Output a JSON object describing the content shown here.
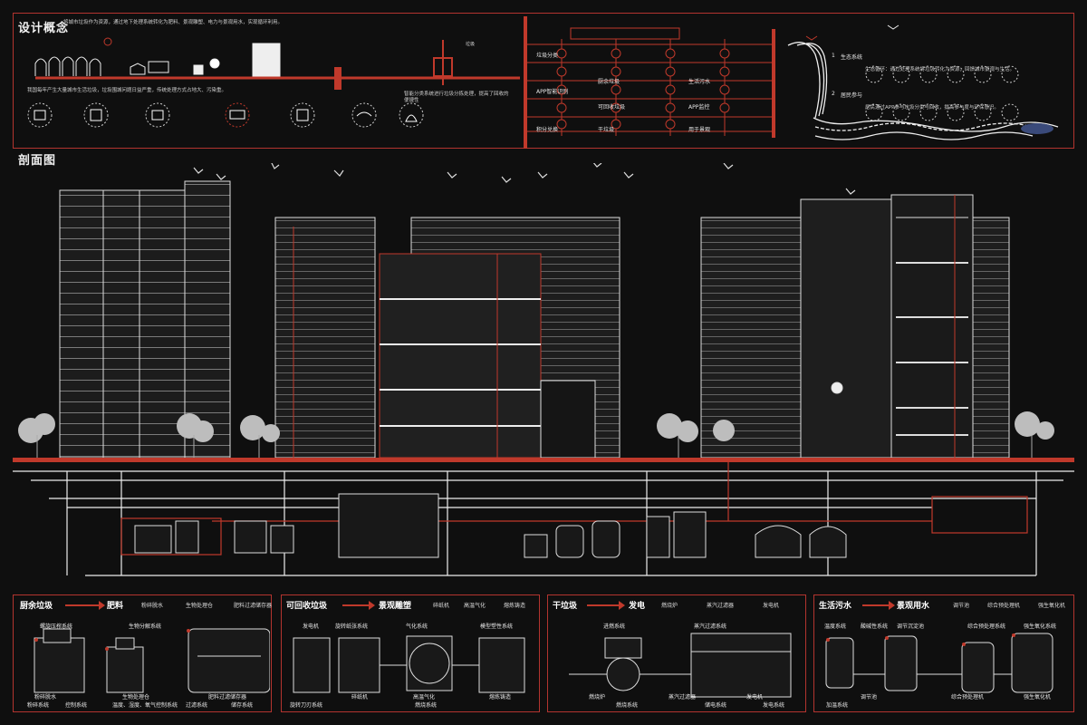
{
  "concept": {
    "title": "设计概念",
    "intro_text": "将城市垃圾作为资源，通过地下处理系统转化为肥料、景观雕塑、电力与景观用水，实现循环利用。",
    "left_caption": "我国每年产生大量城市生活垃圾，垃圾围城问题日益严重，传统处理方式占地大、污染重。",
    "center_caption_1": "垃圾",
    "center_caption_2": "智能分类系统进行垃圾分拣处理，提高了回收的便捷性",
    "flow_columns": [
      [
        "垃圾分类",
        "APP智能识别",
        "积分兑换"
      ],
      [
        "厨余垃圾",
        "可回收垃圾",
        "干垃圾"
      ],
      [
        "生活污水",
        "APP监控",
        "用于景观"
      ]
    ],
    "right_items": [
      {
        "num": "1",
        "title": "生态系统",
        "text": "生态循环：通过处理系统将垃圾转化为资源，回馈城市景观与生活。"
      },
      {
        "num": "2",
        "title": "居民参与",
        "text": "居民通过APP参与垃圾分类与回收，提高参与度与环保意识。"
      }
    ]
  },
  "section": {
    "title": "剖面图"
  },
  "processes": [
    {
      "from": "厨余垃圾",
      "to": "肥料",
      "steps": [
        "粉碎脱水",
        "生物处理仓",
        "肥料过滤储存器"
      ],
      "labels": [
        "螺旋压榨系统",
        "生物分解系统",
        "粉碎脱水",
        "粉碎系统",
        "控制系统",
        "生物处理仓",
        "温度、湿度、氧气控制系统",
        "肥料过滤储存器",
        "过滤系统",
        "储存系统"
      ]
    },
    {
      "from": "可回收垃圾",
      "to": "景观雕塑",
      "steps": [
        "碎纸机",
        "高温气化",
        "熔炼铸造"
      ],
      "labels": [
        "发电机",
        "旋转纸张系统",
        "气化系统",
        "模型塑性系统",
        "碎纸机",
        "高温气化",
        "旋转刀刃系统",
        "燃烧系统",
        "熔炼铸造"
      ]
    },
    {
      "from": "干垃圾",
      "to": "发电",
      "steps": [
        "燃烧炉",
        "蒸汽过滤器",
        "发电机"
      ],
      "labels": [
        "进燃系统",
        "蒸汽过滤系统",
        "燃烧炉",
        "蒸汽过滤器",
        "发电机",
        "燃烧系统",
        "储电系统",
        "发电系统"
      ]
    },
    {
      "from": "生活污水",
      "to": "景观用水",
      "steps": [
        "调节池",
        "综合预处理机",
        "强生氧化机"
      ],
      "labels": [
        "温度系统",
        "酸碱性系统",
        "调节沉淀池",
        "综合预处理系统",
        "强生氧化系统",
        "调节池",
        "综合预处理机",
        "强生氧化机",
        "加温系统"
      ]
    }
  ],
  "colors": {
    "accent": "#c0392b",
    "background": "#0f0f0f",
    "line": "#e8e8e8"
  }
}
